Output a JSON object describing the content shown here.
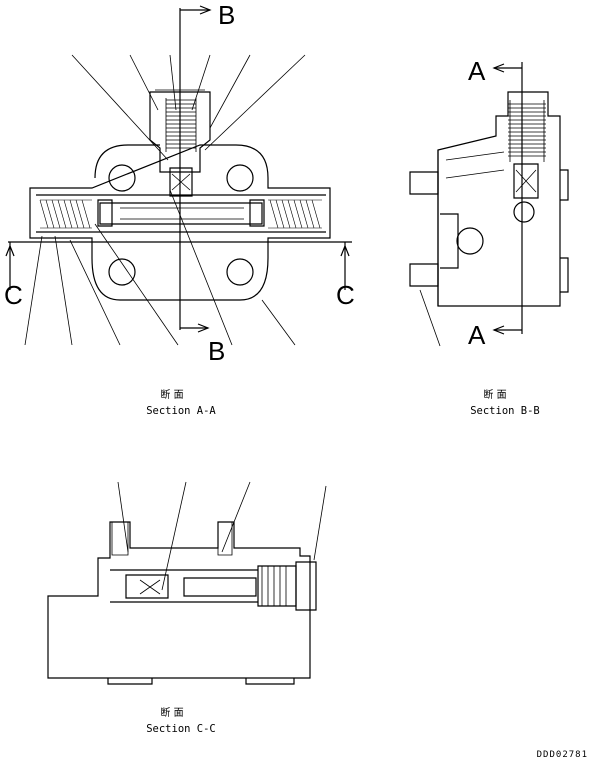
{
  "section_labels": {
    "b_top": "B",
    "b_bottom": "B",
    "c_left": "C",
    "c_right": "C",
    "a_top": "A",
    "a_bottom": "A"
  },
  "captions": {
    "aa_kanji": "断 面",
    "aa_title": "Section A-A",
    "bb_kanji": "断 面",
    "bb_title": "Section B-B",
    "cc_kanji": "断 面",
    "cc_title": "Section C-C"
  },
  "document_id": "DDD02781"
}
